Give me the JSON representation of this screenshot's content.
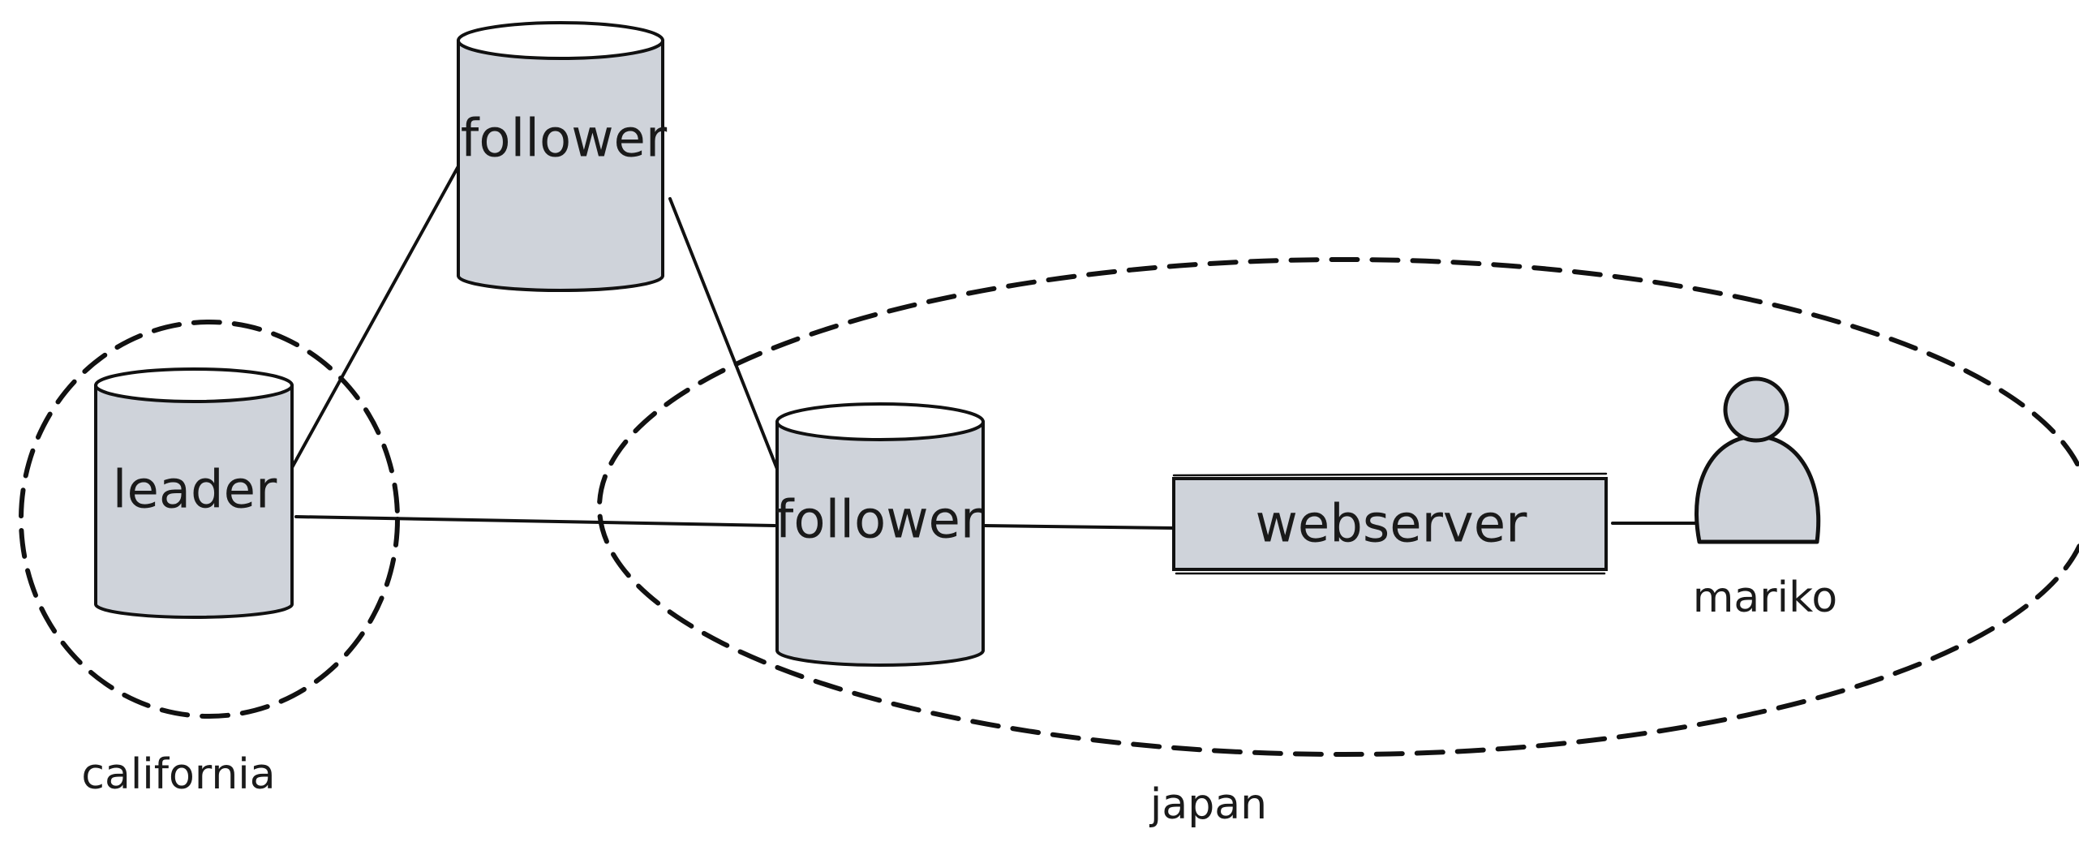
{
  "nodes": {
    "leader": {
      "label": "leader"
    },
    "follower_top": {
      "label": "follower"
    },
    "follower_japan": {
      "label": "follower"
    },
    "webserver": {
      "label": "webserver"
    },
    "user": {
      "label": "mariko",
      "icon": "person-icon"
    }
  },
  "regions": {
    "california": {
      "label": "california"
    },
    "japan": {
      "label": "japan"
    }
  },
  "colors": {
    "node_fill": "#cfd3da",
    "stroke": "#111111",
    "background": "#ffffff"
  }
}
